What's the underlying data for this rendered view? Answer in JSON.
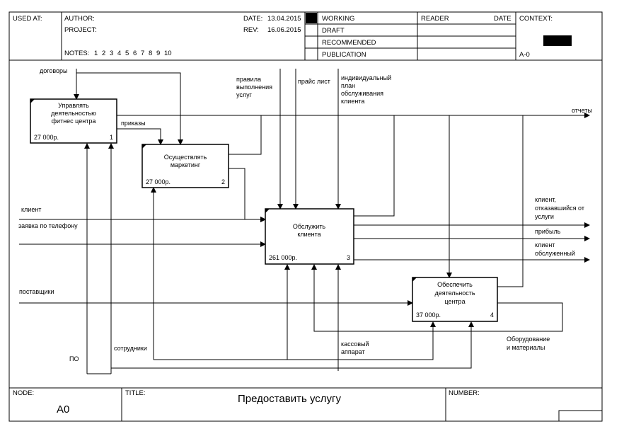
{
  "header": {
    "used_at": "USED AT:",
    "author": "AUTHOR:",
    "project": "PROJECT:",
    "notes": "NOTES:",
    "note_numbers": [
      "1",
      "2",
      "3",
      "4",
      "5",
      "6",
      "7",
      "8",
      "9",
      "10"
    ],
    "date_label": "DATE:",
    "date_value": "13.04.2015",
    "rev_label": "REV:",
    "rev_value": "16.06.2015",
    "status": [
      "WORKING",
      "DRAFT",
      "RECOMMENDED",
      "PUBLICATION"
    ],
    "reader": "READER",
    "reader_date": "DATE",
    "context": "CONTEXT:",
    "context_node": "A-0"
  },
  "boxes": [
    {
      "id": "1",
      "title": [
        "Управлять",
        "деятельностью",
        "фитнес центра"
      ],
      "cost": "27 000р.",
      "number": "1"
    },
    {
      "id": "2",
      "title": [
        "Осуществлять",
        "маркетинг"
      ],
      "cost": "27 000р.",
      "number": "2"
    },
    {
      "id": "3",
      "title": [
        "Обслужить",
        "клиента"
      ],
      "cost": "261 000р.",
      "number": "3"
    },
    {
      "id": "4",
      "title": [
        "Обеспечить",
        "деятельность",
        "центра"
      ],
      "cost": "37 000р.",
      "number": "4"
    }
  ],
  "arrows": {
    "contracts": "договоры",
    "rules": [
      "правила",
      "выполнения",
      "услуг"
    ],
    "price_list": "прайс лист",
    "plan": [
      "индивидуальный",
      "план",
      "обслуживания",
      "клиента"
    ],
    "reports": "отчеты",
    "orders": "приказы",
    "client": "клиент",
    "phone_request": "заявка по телефону",
    "refused_client": [
      "клиент,",
      "отказавшийся от",
      "услуги"
    ],
    "profit": "прибыль",
    "served_client": [
      "клиент",
      "обслуженный"
    ],
    "suppliers": "поставщики",
    "equipment": [
      "Оборудование",
      "и материалы"
    ],
    "cash_register": [
      "кассовый",
      "аппарат"
    ],
    "staff": "сотрудники",
    "software": "ПО"
  },
  "footer": {
    "node_label": "NODE:",
    "node_value": "A0",
    "title_label": "TITLE:",
    "title_value": "Предоставить услугу",
    "number_label": "NUMBER:"
  }
}
